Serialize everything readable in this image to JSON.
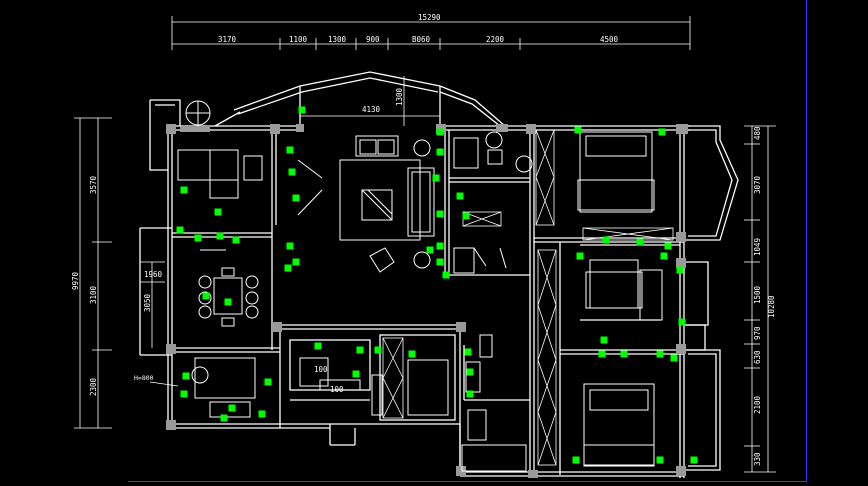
{
  "colors": {
    "background": "#000000",
    "wall": "#ffffff",
    "dimension": "#ffffff",
    "fixture": "#00ff00",
    "frame": "#2a3fff"
  },
  "dimensions": {
    "top_total": "15290",
    "top_segments": [
      "3170",
      "1100",
      "1300",
      "900",
      "B060",
      "2200",
      "4500"
    ],
    "bay_width": "4130",
    "bay_depth": "1300",
    "left_total": "9970",
    "left_segments": [
      "3570",
      "3100",
      "2300"
    ],
    "dining_inner": "3050",
    "dining_inner_top": "1960",
    "right_total": "10280",
    "right_segments": [
      "480",
      "3070",
      "1049",
      "1500",
      "970",
      "630",
      "2100",
      "330"
    ],
    "stair_widths": [
      "100",
      "100"
    ]
  },
  "annotations": {
    "left_note": "H=800"
  }
}
